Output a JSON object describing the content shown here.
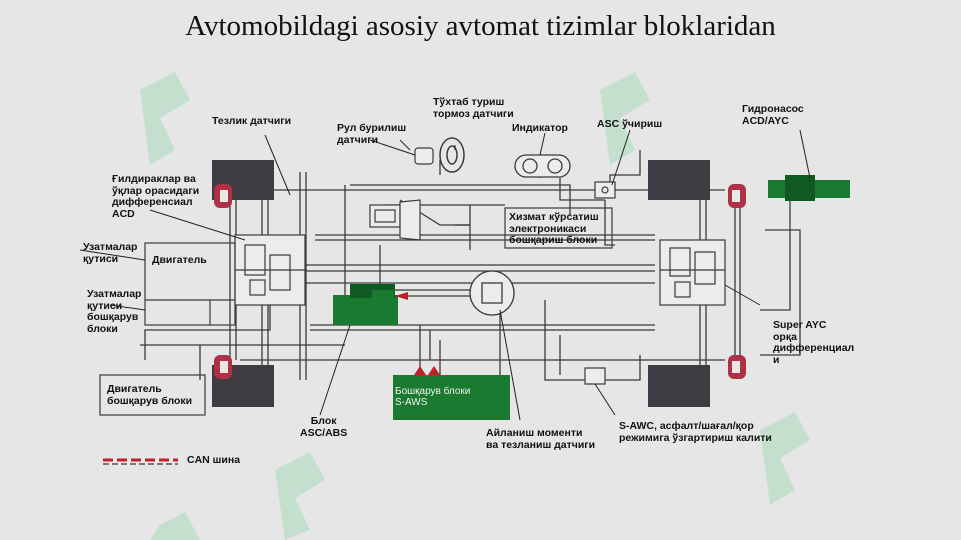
{
  "title": "Avtomobildagi asosiy avtomat tizimlar bloklaridan",
  "labels": {
    "speed_sensor": "Тезлик датчиги",
    "steering_sensor_1": "Рул бурилиш",
    "steering_sensor_2": "датчиги",
    "brake_sensor_1": "Тўхтаб туриш",
    "brake_sensor_2": "тормоз датчиги",
    "indicator": "Индикатор",
    "asc_switch": "ASC ўчириш",
    "pump_1": "Гидронасос",
    "pump_2": "ACD/AYC",
    "acd_1": "Ғилдираклар ва",
    "acd_2": "ўқлар орасидаги",
    "acd_3": "дифференсиал",
    "acd_4": "ACD",
    "gearbox_1": "Узатмалар",
    "gearbox_2": "қутиси",
    "engine": "Двигатель",
    "gearbox_ctrl_1": "Узатмалар",
    "gearbox_ctrl_2": "қутиси",
    "gearbox_ctrl_3": "бошқарув",
    "gearbox_ctrl_4": "блоки",
    "service_ecu_1": "Хизмат кўрсатиш",
    "service_ecu_2": "электроникаси",
    "service_ecu_3": "бошқариш блоки",
    "super_ayc_1": "Super AYC",
    "super_ayc_2": "орқа",
    "super_ayc_3": "дифференциал",
    "super_ayc_4": "и",
    "engine_ctrl_1": "Двигатель",
    "engine_ctrl_2": "бошқарув блоки",
    "asc_abs_1": "Блок",
    "asc_abs_2": "ASC/ABS",
    "yaw_sensor_1": "Айланиш моменти",
    "yaw_sensor_2": "ва тезланиш датчиги",
    "saws_switch_1": "S-AWC, асфалт/шағал/қор",
    "saws_switch_2": "режимига ўзгартириш калити",
    "can_bus": "CAN шина",
    "control_unit_1": "Бошқарув блоки",
    "control_unit_2": "S-AWS"
  },
  "colors": {
    "background": "#e6e6e6",
    "line": "#3a3a3a",
    "tire": "#3e3c42",
    "hub": "#b03046",
    "green_block": "#1a7a30",
    "green_dark": "#0f5a22",
    "can_red": "#c0202a",
    "watermark": "#8fd4a8"
  }
}
